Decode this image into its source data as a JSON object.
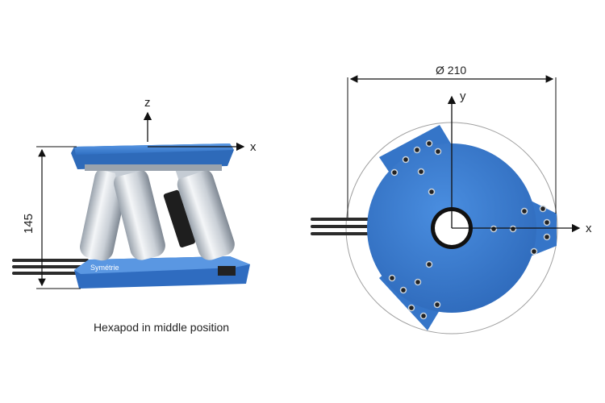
{
  "side_view": {
    "axis_z": "z",
    "axis_x": "x",
    "height_dim": "145",
    "brand": "Symétrie",
    "caption": "Hexapod in middle position"
  },
  "top_view": {
    "axis_y": "y",
    "axis_x": "x",
    "diameter_dim": "Ø 210"
  },
  "colors": {
    "platform_blue": "#3d7fd0",
    "platform_dark": "#2a5da8",
    "strut_silver": "#d8dde3",
    "line": "#111111"
  }
}
